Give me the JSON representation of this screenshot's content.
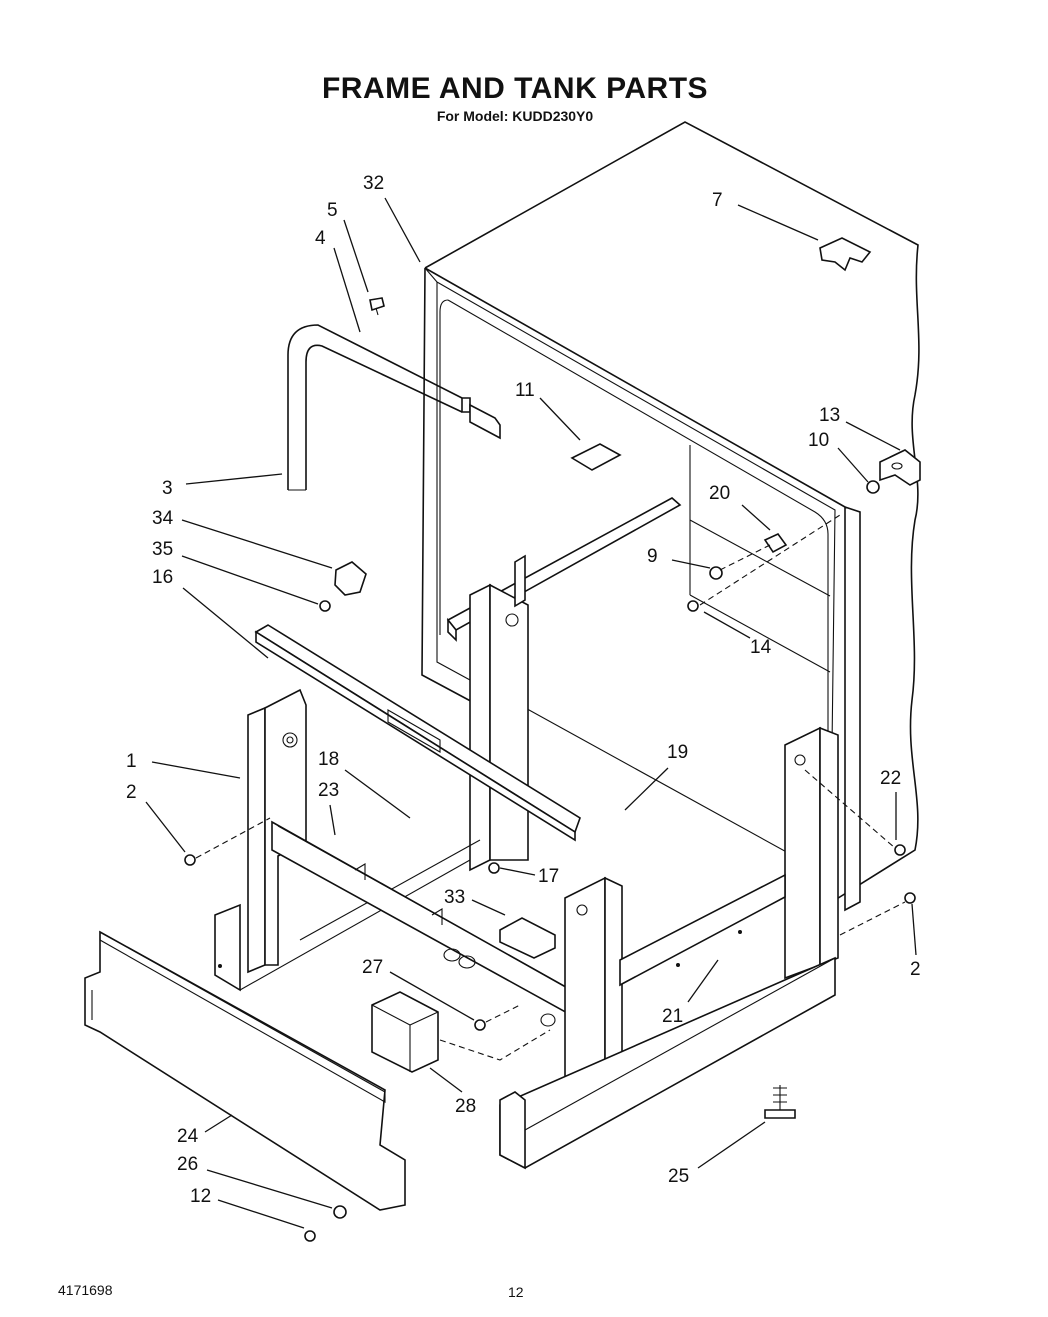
{
  "title": "FRAME AND TANK PARTS",
  "subtitle": "For Model: KUDD230Y0",
  "document_number": "4171698",
  "page_number": "12",
  "callouts": [
    {
      "label": "32"
    },
    {
      "label": "5"
    },
    {
      "label": "4"
    },
    {
      "label": "7"
    },
    {
      "label": "11"
    },
    {
      "label": "13"
    },
    {
      "label": "10"
    },
    {
      "label": "3"
    },
    {
      "label": "20"
    },
    {
      "label": "34"
    },
    {
      "label": "9"
    },
    {
      "label": "35"
    },
    {
      "label": "16"
    },
    {
      "label": "14"
    },
    {
      "label": "1"
    },
    {
      "label": "18"
    },
    {
      "label": "19"
    },
    {
      "label": "22"
    },
    {
      "label": "2"
    },
    {
      "label": "23"
    },
    {
      "label": "17"
    },
    {
      "label": "33"
    },
    {
      "label": "2"
    },
    {
      "label": "27"
    },
    {
      "label": "21"
    },
    {
      "label": "28"
    },
    {
      "label": "24"
    },
    {
      "label": "25"
    },
    {
      "label": "26"
    },
    {
      "label": "12"
    }
  ]
}
